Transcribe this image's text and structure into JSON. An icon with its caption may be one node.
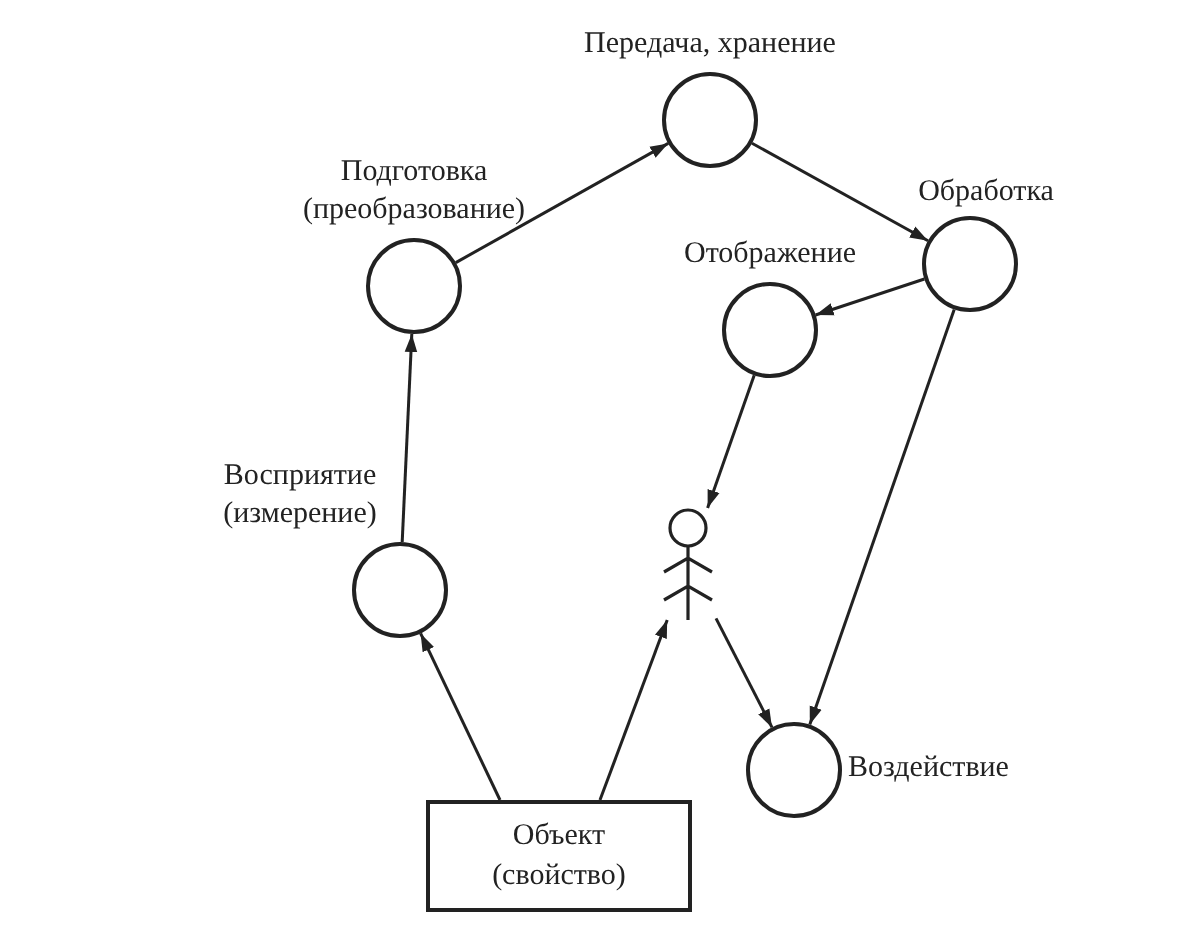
{
  "diagram": {
    "nodes": [
      {
        "text": [
          "Передача, хранение"
        ]
      },
      {
        "text": [
          "Подготовка (преобразование)"
        ]
      },
      {
        "text": [
          "Обработка"
        ]
      },
      {
        "text": [
          "Отображение"
        ]
      },
      {
        "text": [
          "Восприятие (измерение)"
        ]
      },
      {
        "text": [],
        "shape": "person"
      },
      {
        "text": [
          "Воздействие"
        ]
      },
      {
        "text": [
          "Объект (свойство)"
        ]
      }
    ],
    "edges": [
      {
        "from": 7,
        "to": 4,
        "arrow": "to"
      },
      {
        "from": 4,
        "to": 1,
        "arrow": "to"
      },
      {
        "from": 1,
        "to": 0,
        "arrow": "to"
      },
      {
        "from": 0,
        "to": 2,
        "arrow": "to"
      },
      {
        "from": 2,
        "to": 3,
        "arrow": "to"
      },
      {
        "from": 3,
        "to": 5,
        "arrow": "to"
      },
      {
        "from": 7,
        "to": 5,
        "arrow": "to"
      },
      {
        "from": 5,
        "to": 6,
        "arrow": "to"
      },
      {
        "from": 2,
        "to": 6,
        "arrow": "to"
      }
    ]
  }
}
